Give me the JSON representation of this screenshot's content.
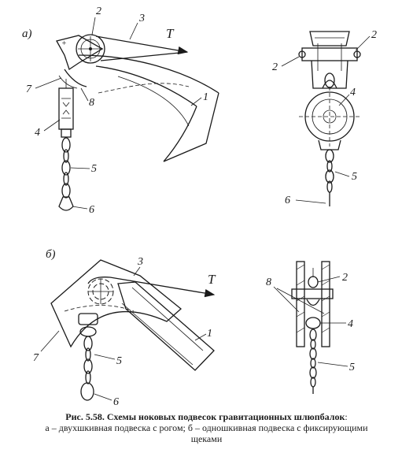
{
  "panels": {
    "a": {
      "label": "а)"
    },
    "b": {
      "label": "б)"
    }
  },
  "labels": {
    "a_left": [
      "2",
      "3",
      "T",
      "1",
      "7",
      "8",
      "4",
      "5",
      "6"
    ],
    "a_right": [
      "2",
      "2",
      "4",
      "5",
      "6"
    ],
    "b_left": [
      "3",
      "T",
      "1",
      "7",
      "5",
      "6"
    ],
    "b_right": [
      "2",
      "8",
      "4",
      "5"
    ]
  },
  "caption": {
    "title": "Рис. 5.58. Схемы ноковых подвесок гравитационных шлюпбалок",
    "title_colon": ":",
    "line2": "а – двухшкивная подвеска с рогом; б – одношкивная подвеска с фиксирующими",
    "line3": "щеками"
  }
}
